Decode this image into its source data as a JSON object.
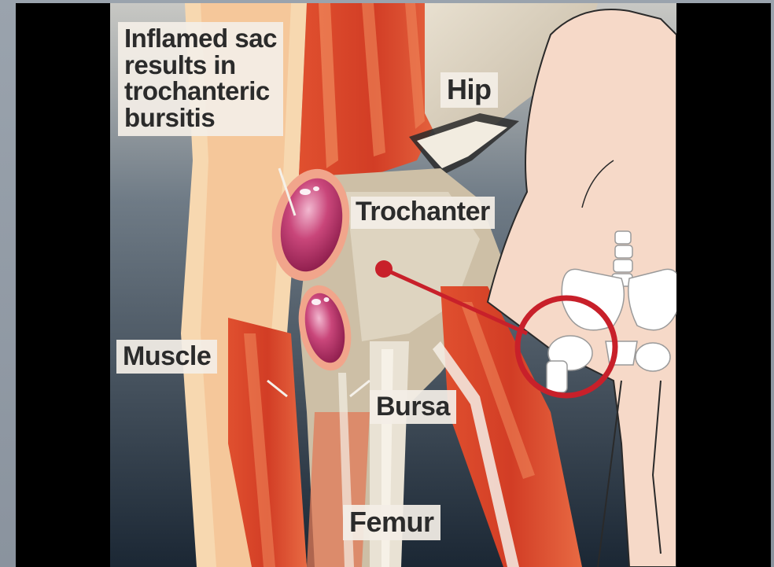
{
  "labels": {
    "inflamed_sac": "Inflamed sac\nresults in\ntrochanteric\nbursitis",
    "hip": "Hip",
    "trochanter": "Trochanter",
    "muscle": "Muscle",
    "bursa": "Bursa",
    "femur": "Femur"
  },
  "colors": {
    "muscle": "#d9452b",
    "bone": "#d8cdb8",
    "skin": "#f6d9c8",
    "bursa": "#b8346a",
    "pointer": "#c8202a",
    "background_dark": "#1b2734"
  }
}
